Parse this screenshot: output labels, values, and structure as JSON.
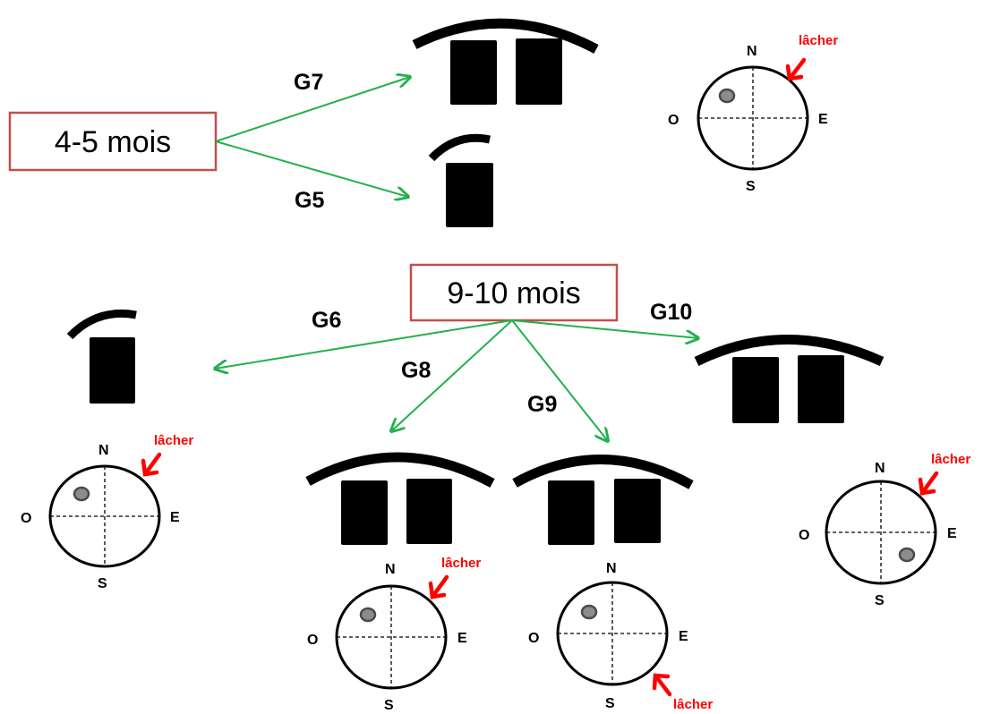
{
  "colors": {
    "box_border": "#c0504d",
    "arrow": "#22b14c",
    "release": "#ff0000",
    "ball_fill": "#8c8c8c",
    "ball_stroke": "#4a4a4a"
  },
  "age_groups": {
    "first": "4-5 mois",
    "second": "9-10 mois"
  },
  "groups": {
    "g7": "G7",
    "g5": "G5",
    "g6": "G6",
    "g8": "G8",
    "g9": "G9",
    "g10": "G10"
  },
  "compass": {
    "north": "N",
    "east": "E",
    "south": "S",
    "west": "O",
    "release_label": "lâcher"
  },
  "icons": {
    "arrow": "arrow-icon",
    "single_block": "single-block-icon",
    "double_block": "double-block-icon",
    "compass": "compass-icon",
    "release_arrow": "red-arrow-icon"
  }
}
